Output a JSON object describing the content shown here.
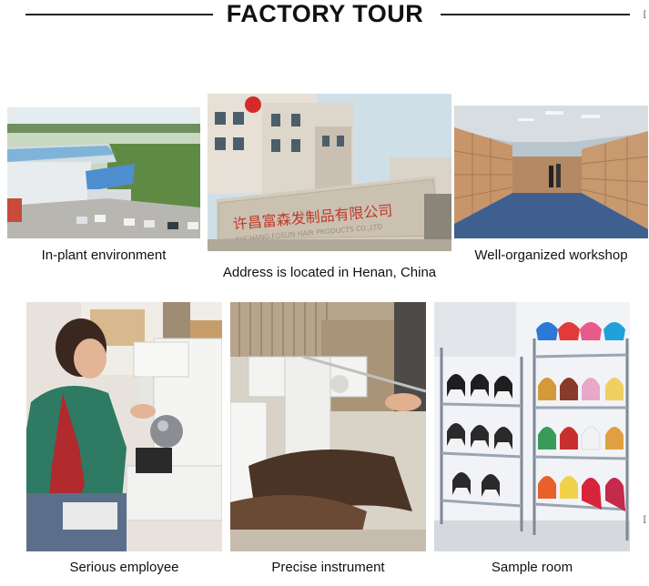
{
  "header": {
    "title": "FACTORY TOUR",
    "edge_mark": "["
  },
  "photos": [
    {
      "name": "in-plant-environment",
      "caption": "In-plant environment"
    },
    {
      "name": "address-henan",
      "caption": "Address is located in Henan, China",
      "sign_text": "许昌富森发制品有限公司",
      "sign_subtext": "XUCHANG FOSUN HAIR PRODUCTS CO.,LTD"
    },
    {
      "name": "well-organized-workshop",
      "caption": "Well-organized workshop"
    },
    {
      "name": "serious-employee",
      "caption": "Serious employee"
    },
    {
      "name": "precise-instrument",
      "caption": "Precise instrument"
    },
    {
      "name": "sample-room",
      "caption": "Sample room"
    }
  ]
}
